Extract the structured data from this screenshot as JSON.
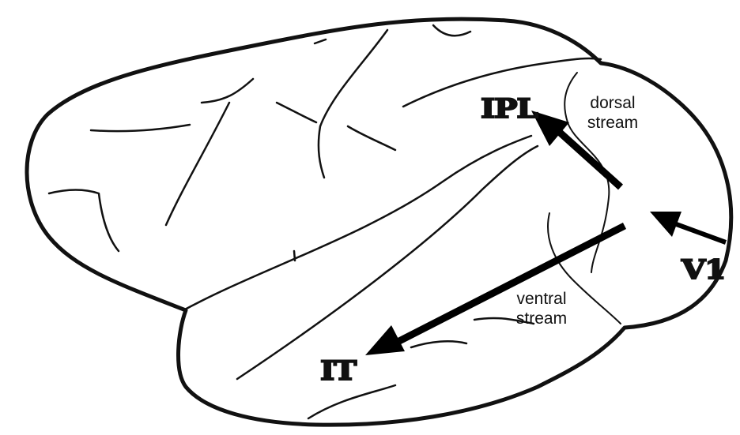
{
  "labels": {
    "ipl": "IPL",
    "v1": "V1",
    "it": "IT"
  },
  "streams": {
    "dorsal": {
      "line1": "dorsal",
      "line2": "stream"
    },
    "ventral": {
      "line1": "ventral",
      "line2": "stream"
    }
  },
  "colors": {
    "ink": "#111111",
    "background": "#ffffff"
  }
}
